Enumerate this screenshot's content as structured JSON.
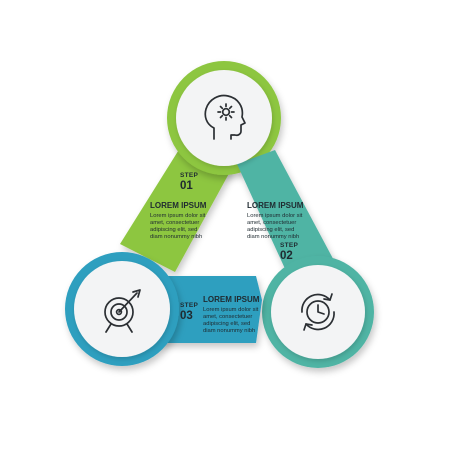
{
  "colors": {
    "green": "#8dc63f",
    "teal": "#4fb4a4",
    "blue": "#2d9fbf",
    "icon_circle": "#f3f4f5",
    "text": "#1f2a30"
  },
  "steps": [
    {
      "word": "STEP",
      "number": "01",
      "title": "LOREM IPSUM",
      "lines": [
        "Lorem ipsum dolor sit",
        "amet, consectetuer",
        "adipiscing elit, sed",
        "diam nonummy nibh"
      ],
      "icon": "head-idea-icon",
      "color": "green"
    },
    {
      "word": "STEP",
      "number": "02",
      "title": "LOREM IPSUM",
      "lines": [
        "Lorem ipsum dolor sit",
        "amet, consectetuer",
        "adipiscing elit, sed",
        "diam nonummy nibh"
      ],
      "icon": "clock-refresh-icon",
      "color": "teal"
    },
    {
      "word": "STEP",
      "number": "03",
      "title": "LOREM IPSUM",
      "lines": [
        "Lorem ipsum dolor sit",
        "amet, consectetuer",
        "adipiscing elit, sed",
        "diam nonummy nibh"
      ],
      "icon": "target-arrow-icon",
      "color": "blue"
    }
  ]
}
